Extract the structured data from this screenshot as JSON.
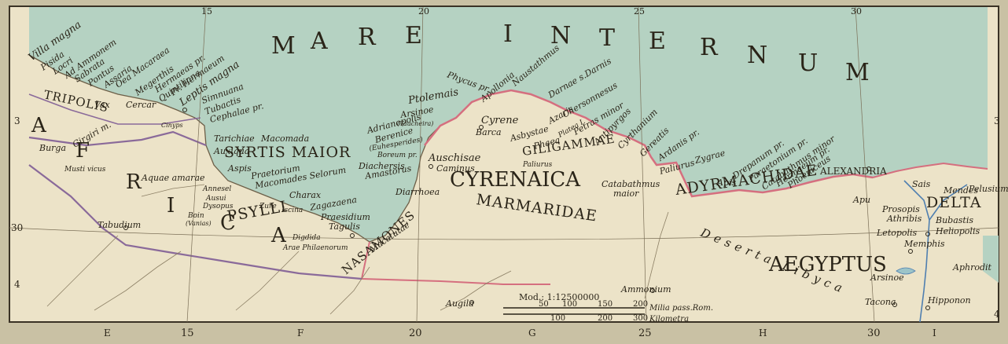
{
  "map": {
    "sea_label": "MARE INTERNUM",
    "sea_letters": [
      "M",
      "A",
      "R",
      "E",
      "I",
      "N",
      "T",
      "E",
      "R",
      "N",
      "U",
      "M"
    ],
    "regions": {
      "africa": [
        "A",
        "F",
        "R",
        "I",
        "C",
        "A"
      ],
      "tripolis": "TRIPOLIS",
      "syrtis_maior": "SYRTIS MAIOR",
      "cyrenaica": "CYRENAICA",
      "marmaridae": "MARMARIDAE",
      "nasamones": "NASAMONES",
      "adyrmachidae": "ADYRMACHIDAE",
      "aegyptus": "AEGYPTUS",
      "deserta_libyca": "Deserta Libyca",
      "giligammae": "GILIGAMMAE",
      "psylli": "PSYLLI",
      "delta": "DELTA"
    },
    "places": {
      "villa_magna": "Villa magna",
      "pisida": "Pisida",
      "locri": "Locri",
      "ad_ammonem": "Ad Ammonem",
      "sabrata": "Sabrata",
      "pontus": "Pontus",
      "assaria": "Assaria",
      "oea_macaraea": "Oea Macaraea",
      "megerthis": "Megerthis",
      "hermaeas_pr": "Hermaeas pr.",
      "quintiliana": "Quintiliana",
      "pr_hermaeum": "Pr. Hermaeum",
      "leptis_magna": "Leptis magna",
      "vax": "Vax",
      "cercar": "Cercar",
      "simnuana": "Simnuana",
      "tubactis": "Tubactis",
      "cephalae_pr": "Cephalae pr.",
      "cinyps": "Cinyps",
      "girgiri_m": "Girgiri m.",
      "burga": "Burga",
      "musti_vicus": "Musti vicus",
      "aquae_amarae": "Aquae amarae",
      "tabudium": "Tabudium",
      "boin": "Boin",
      "vanias": "(Vanias)",
      "tarichiae": "Tarichiae",
      "macomada": "Macomada",
      "auxiqua": "Auxiqua",
      "aspis": "Aspis",
      "pretorium": "Praetorium",
      "macomades_selorum": "Macomades Selorum",
      "charax": "Charax",
      "annesel": "Annesel",
      "ausui": "Ausui",
      "dysopus": "Dysopus",
      "zure": "Zure",
      "iscina": "Iscina",
      "zagazaena": "Zagazaena",
      "praesidium": "Praesidium",
      "tagulis": "Tagulis",
      "digdida": "Digdida",
      "arae_philaenorum": "Arae Philaenorum",
      "macatutae": "Macatutae",
      "diarrhoea": "Diarrhoea",
      "amastorus": "Amastorus",
      "diachersis": "Diachersis",
      "boreum_pr": "Boreum pr.",
      "berenice": "Berenice",
      "euhesperides": "(Euhesperides)",
      "adrianopolis": "Adrianopolis",
      "arsinoe": "Arsinoe",
      "taucheira": "(Taucheira)",
      "ptolemais": "Ptolemais",
      "phycus_pr": "Phycus pr.",
      "apollonia": "Apollonia",
      "naustathmus": "Naustathmus",
      "darnae": "Darnae s.Darnis",
      "cyrene": "Cyrene",
      "barca": "Barca",
      "asbystae": "Asbystae",
      "phaea": "Phaea",
      "chersonnesus": "Chersonnesus",
      "azaris": "Azaris",
      "platea_i": "Platea I.",
      "petras_minor": "Petras minor",
      "antipyrgos": "Antipyrgos",
      "cyrthanium": "Cyrthanium",
      "gereatis": "Gereatis",
      "ardanis_pr": "Ardanis pr.",
      "paliurus": "Paliurus",
      "catabathmus_maior": "Catabathmus",
      "maior": "maior",
      "palinurus": "Paliurus",
      "zygrae": "Zygrae",
      "apis": "Apis",
      "drepanum_pr": "Drepanum pr.",
      "parastonium_pr": "Paraetonium pr.",
      "catabathmus_minor": "Catabathmus minor",
      "hermaeum_pr": "Hermaeum pr.",
      "phoeniceus": "Phoeniceus",
      "alexandria": "ALEXANDRIA",
      "auschisae": "Auschisae",
      "caminus": "Caminus",
      "augila": "Augila",
      "ammonium": "Ammonium",
      "sais": "Sais",
      "mendes": "Mendes",
      "pelusium": "Pelusium",
      "prosopis": "Prosopis",
      "athribis": "Athribis",
      "bubastis": "Bubastis",
      "letopolis": "Letopolis",
      "heliopolis": "Heliopolis",
      "memphis": "Memphis",
      "arsinoe_eg": "Arsinoe",
      "aphroditopolis": "Aphrodit",
      "tacona": "Tacona",
      "hipponon": "Hipponon",
      "apu": "Apu"
    },
    "scale": {
      "title": "Mod.: 1:12500000",
      "milia_label": "Milia pass.Rom.",
      "km_label": "Kilometra",
      "milia_ticks": [
        "50",
        "100",
        "150",
        "200"
      ],
      "km_ticks": [
        "100",
        "200",
        "300"
      ]
    },
    "grid": {
      "longitude_top": [
        "15",
        "20",
        "25",
        "30"
      ],
      "longitude_bottom": [
        "15",
        "20",
        "25",
        "30"
      ],
      "latitude_left": [
        "3",
        "30",
        "4"
      ],
      "latitude_right": [
        "3",
        "4"
      ],
      "columns": [
        "E",
        "F",
        "G",
        "H",
        "I"
      ]
    },
    "colors": {
      "sea": "#b5d2c2",
      "land": "#ece3c8",
      "border_pink": "#d56f7f",
      "border_purple": "#8a6a9a",
      "frame": "#3a3225"
    }
  }
}
